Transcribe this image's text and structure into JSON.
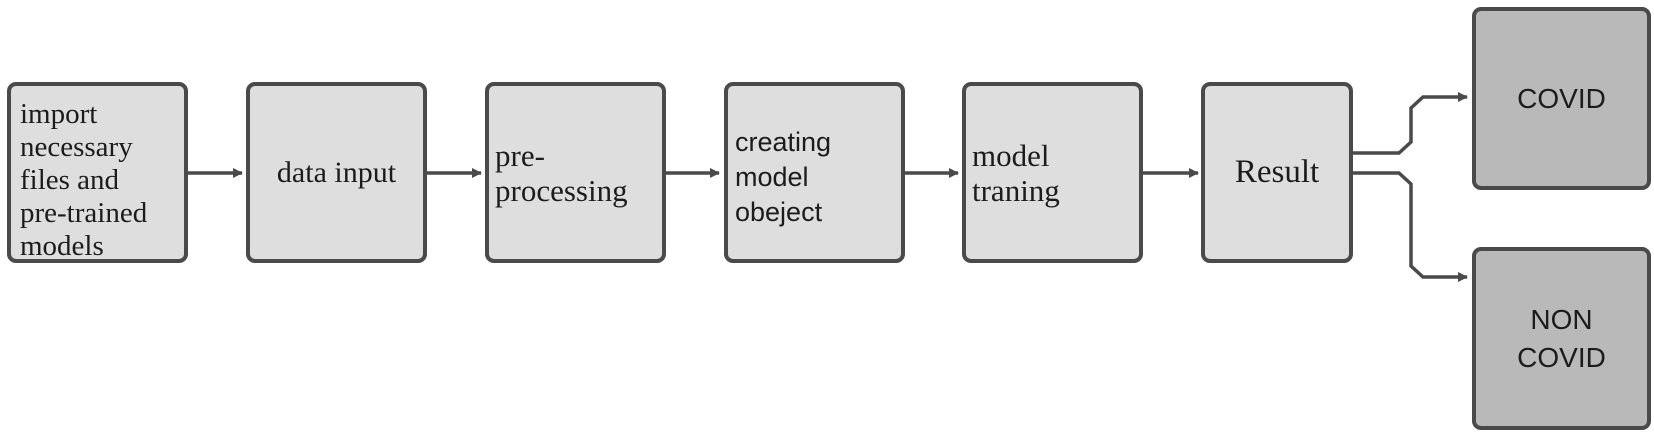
{
  "steps": [
    {
      "id": "import",
      "lines": [
        "import",
        "necessary",
        "files and",
        "pre-trained",
        "models"
      ]
    },
    {
      "id": "data-input",
      "lines": [
        "data input"
      ]
    },
    {
      "id": "pre-processing",
      "lines": [
        "pre-",
        "processing"
      ]
    },
    {
      "id": "creating-model",
      "lines": [
        "creating",
        "model",
        "obeject"
      ]
    },
    {
      "id": "model-training",
      "lines": [
        "model",
        "traning"
      ]
    },
    {
      "id": "result",
      "lines": [
        "Result"
      ]
    }
  ],
  "outcomes": [
    {
      "id": "covid",
      "lines": [
        "COVID"
      ]
    },
    {
      "id": "non-covid",
      "lines": [
        "NON",
        "COVID"
      ]
    }
  ]
}
